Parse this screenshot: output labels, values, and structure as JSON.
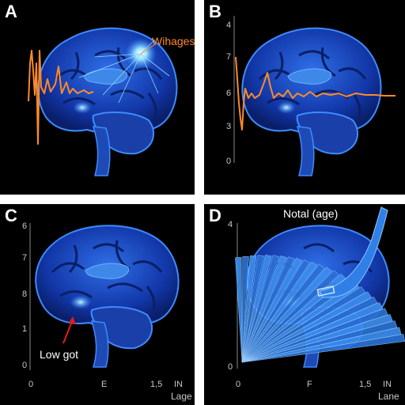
{
  "panels": {
    "a": {
      "label": "A",
      "annotation": "Wihages"
    },
    "b": {
      "label": "B",
      "y_ticks": [
        "4",
        "7",
        "6",
        "3",
        "0"
      ]
    },
    "c": {
      "label": "C",
      "y_ticks": [
        "6",
        "7",
        "8",
        "1",
        "0"
      ],
      "x_ticks": [
        "0",
        "E",
        "1,5",
        "IN"
      ],
      "x_label": "Lage",
      "annotation": "Low got"
    },
    "d": {
      "label": "D",
      "title": "Notal (age)",
      "y_ticks": [
        "4",
        "0"
      ],
      "x_ticks": [
        "0",
        "F",
        "1,5",
        "IN"
      ],
      "x_label": "Lane"
    }
  },
  "colors": {
    "brain_fill": "#1237a8",
    "brain_glow": "#2d8cff",
    "trace": "#ff8a2a",
    "arrow": "#e01b1b",
    "fan": "#2f7fe6"
  },
  "icons": [
    "brain-illustration",
    "light-burst-icon",
    "red-arrow-icon"
  ]
}
